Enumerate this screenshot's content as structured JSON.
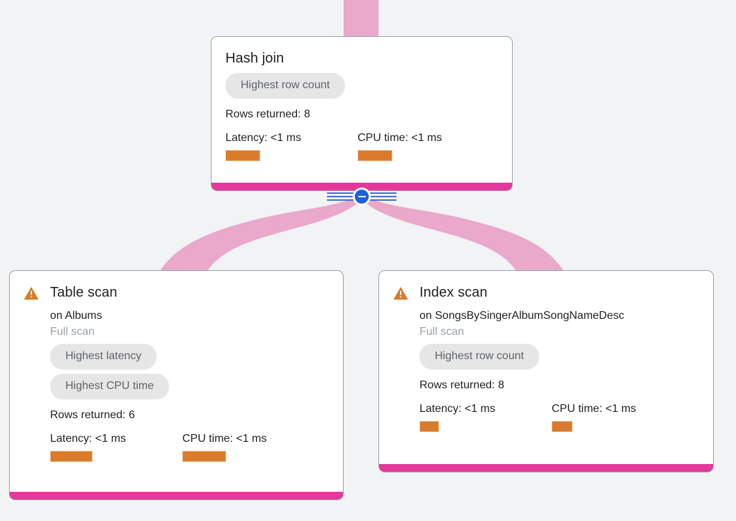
{
  "diagram": {
    "type": "query-execution-plan",
    "background_color": "#f1f3f4",
    "accent_color": "#e5389c",
    "edge_color": "#eaa8ca",
    "bar_color": "#d97b2b",
    "chip_color": "#e6e6e6",
    "collapse_color": "#1a62d6"
  },
  "nodes": {
    "hash_join": {
      "title": "Hash join",
      "chips": [
        "Highest row count"
      ],
      "rows_returned": "Rows returned: 8",
      "latency_label": "Latency: <1 ms",
      "cpu_label": "CPU time: <1 ms",
      "latency_bar_width": 50,
      "cpu_bar_width": 50,
      "has_warning": false
    },
    "table_scan": {
      "title": "Table scan",
      "subtitle_on": "on Albums",
      "subtitle_scan": "Full scan",
      "chips": [
        "Highest latency",
        "Highest CPU time"
      ],
      "rows_returned": "Rows returned: 6",
      "latency_label": "Latency: <1 ms",
      "cpu_label": "CPU time: <1 ms",
      "latency_bar_width": 61,
      "cpu_bar_width": 63,
      "has_warning": true
    },
    "index_scan": {
      "title": "Index scan",
      "subtitle_on": "on SongsBySingerAlbumSongNameDesc",
      "subtitle_scan": "Full scan",
      "chips": [
        "Highest row count"
      ],
      "rows_returned": "Rows returned: 8",
      "latency_label": "Latency: <1 ms",
      "cpu_label": "CPU time: <1 ms",
      "latency_bar_width": 28,
      "cpu_bar_width": 30,
      "has_warning": true
    }
  },
  "controls": {
    "collapse_toggle_label": "Collapse child nodes"
  },
  "icons": {
    "warning": "warning-triangle-icon",
    "collapse": "minus-circle-icon"
  }
}
